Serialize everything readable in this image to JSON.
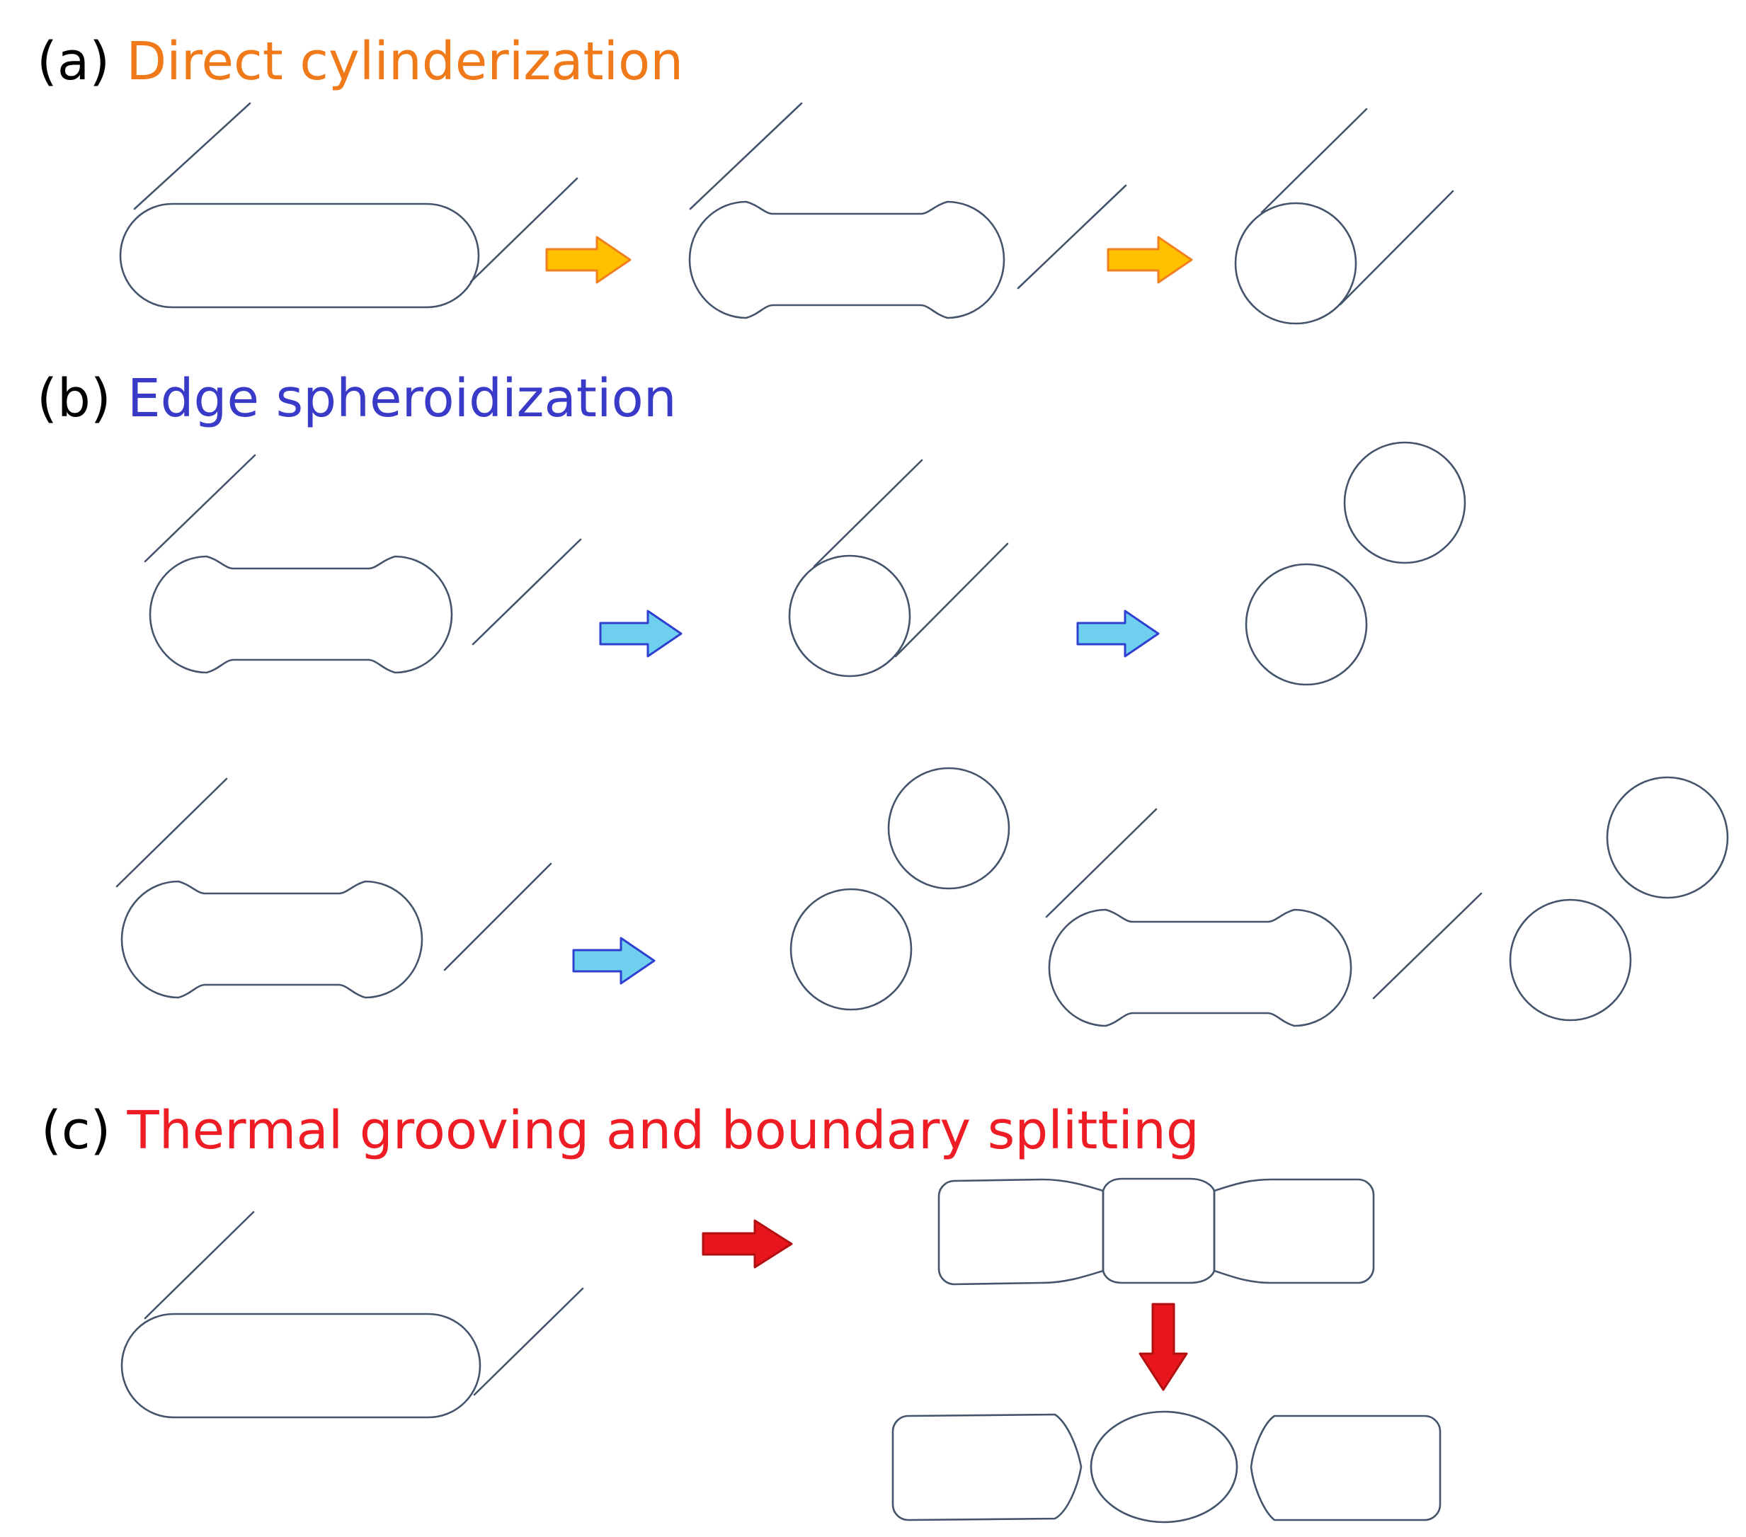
{
  "sections": {
    "a": {
      "prefix": "(a)",
      "title": "Direct cylinderization",
      "color": "#f07a1a"
    },
    "b": {
      "prefix": "(b)",
      "title": "Edge spheroidization",
      "color": "#3a3ac8"
    },
    "c": {
      "prefix": "(c)",
      "title": "Thermal grooving and boundary splitting",
      "color": "#ee1c24"
    }
  },
  "arrow_colors": {
    "orange": {
      "fill": "#ffc000",
      "stroke": "#f08020"
    },
    "blue": {
      "fill": "#6ed0ee",
      "stroke": "#2f3fd0"
    },
    "red": {
      "fill": "#e8161c",
      "stroke": "#b01010"
    }
  },
  "outline_color": "#44546a"
}
